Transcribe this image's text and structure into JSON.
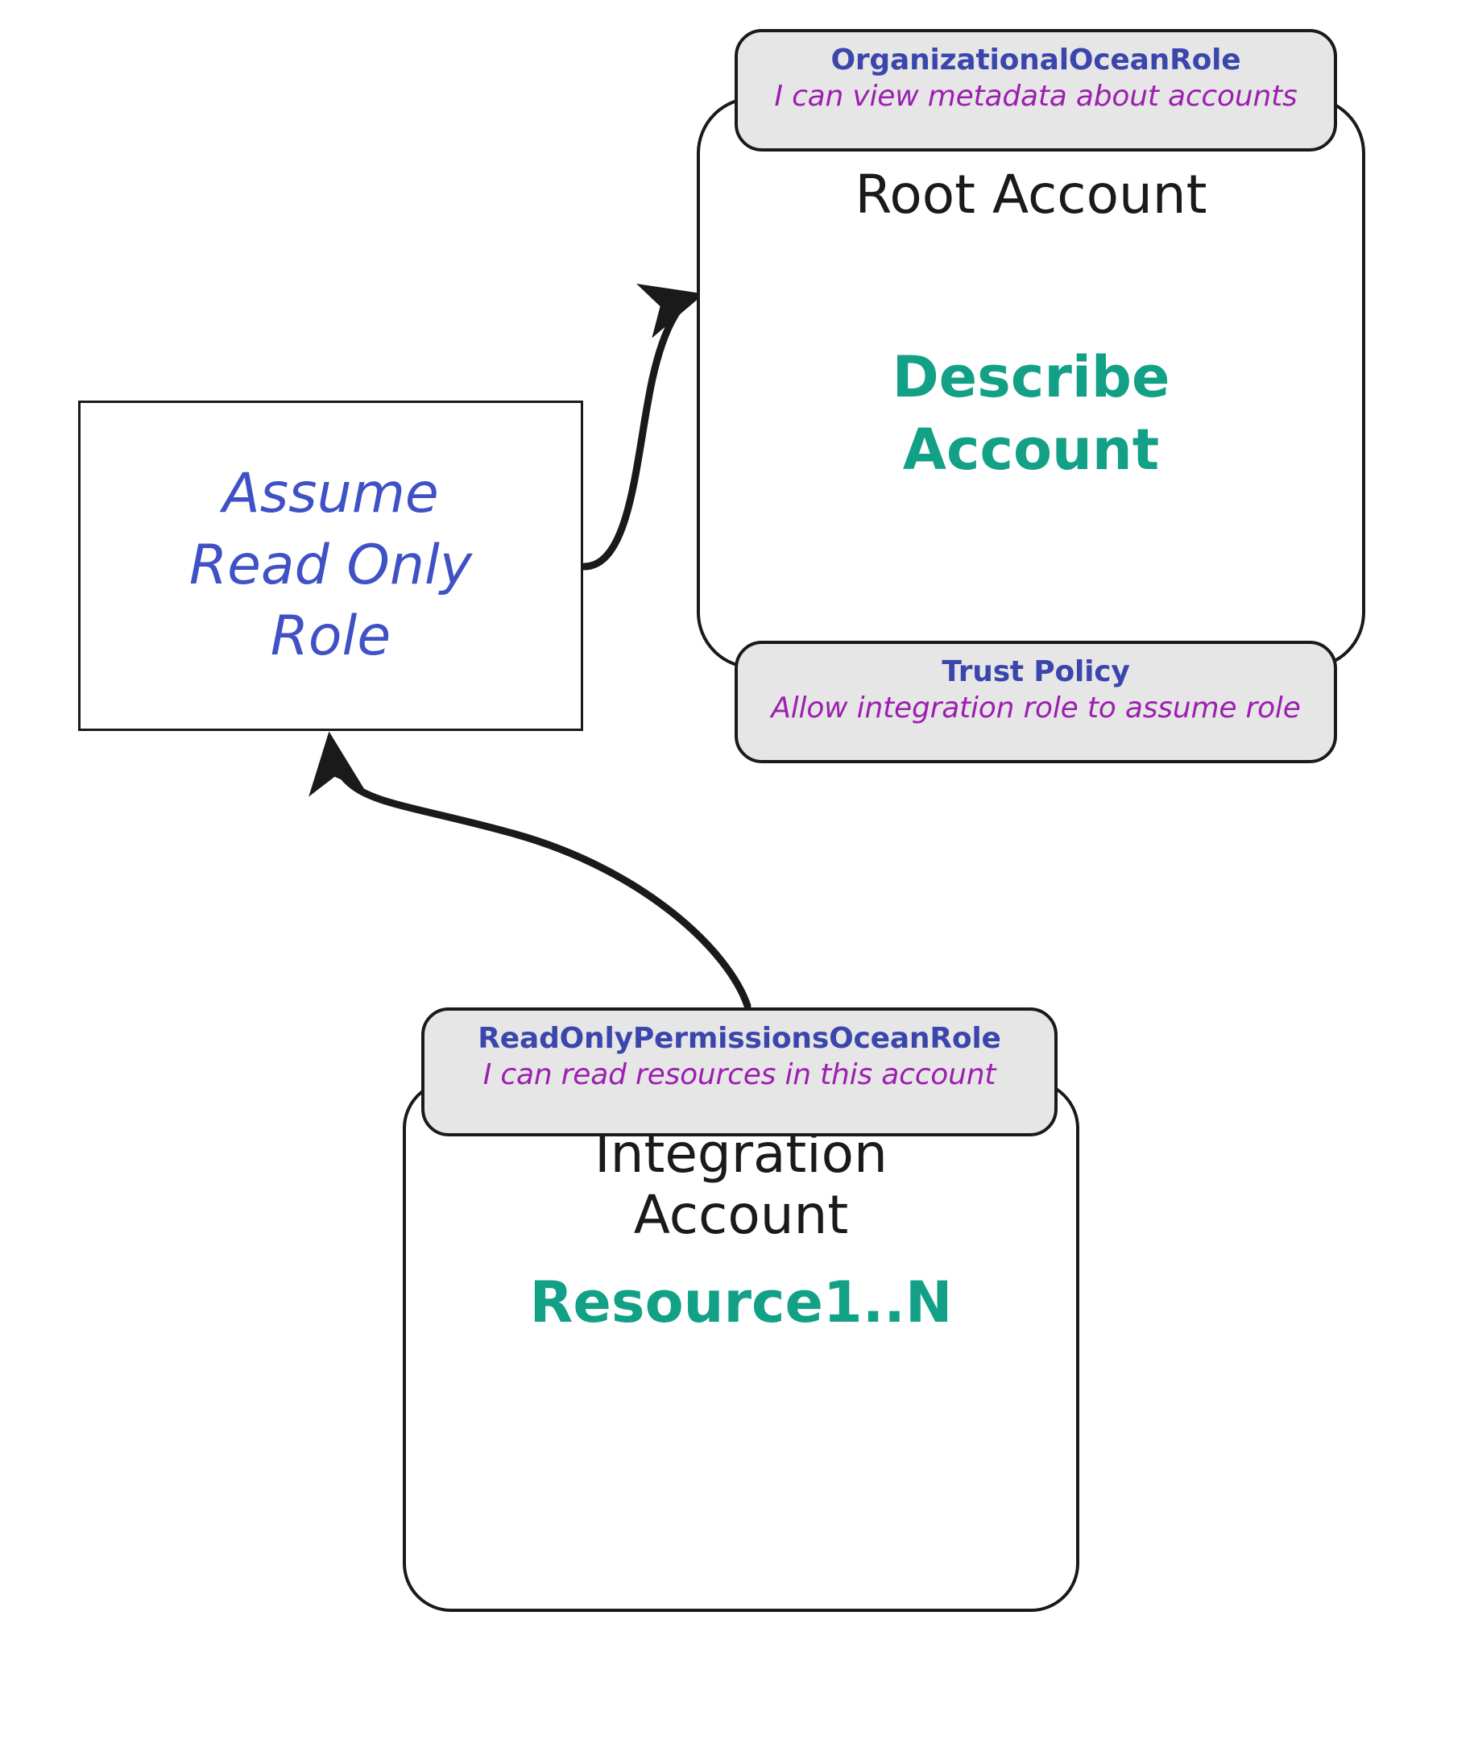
{
  "diagram": {
    "title": "AWS cross-account read-only role assumption",
    "background": "#ffffff",
    "colors": {
      "role_name_blue": "#3b46ad",
      "description_purple": "#9c1fb0",
      "action_green": "#12a186",
      "node_text_blue": "#3f51c4",
      "badge_background": "#e6e6e6",
      "stroke": "#1a1a1a"
    }
  },
  "nodes": {
    "assume_role": {
      "label": "Assume\nRead Only\nRole",
      "shape": "rectangle"
    },
    "root_account": {
      "title": "Root Account",
      "action": "Describe\nAccount",
      "shape": "rounded-rectangle"
    },
    "integration_account": {
      "title": "Integration\nAccount",
      "resource": "Resource1..N",
      "shape": "rounded-rectangle"
    }
  },
  "badges": {
    "organizational_role": {
      "name": "OrganizationalOceanRole",
      "description": "I can view metadata about accounts"
    },
    "trust_policy": {
      "name": "Trust Policy",
      "description": "Allow integration role to assume role"
    },
    "readonly_permissions_role": {
      "name": "ReadOnlyPermissionsOceanRole",
      "description": "I can read resources in this account"
    }
  },
  "edges": [
    {
      "id": "assume-to-root",
      "from": "assume_role",
      "to": "root_account",
      "arrowhead": "to",
      "style": "curved"
    },
    {
      "id": "integration-to-assume",
      "from": "integration_account",
      "to": "assume_role",
      "arrowhead": "to",
      "style": "curved"
    }
  ]
}
